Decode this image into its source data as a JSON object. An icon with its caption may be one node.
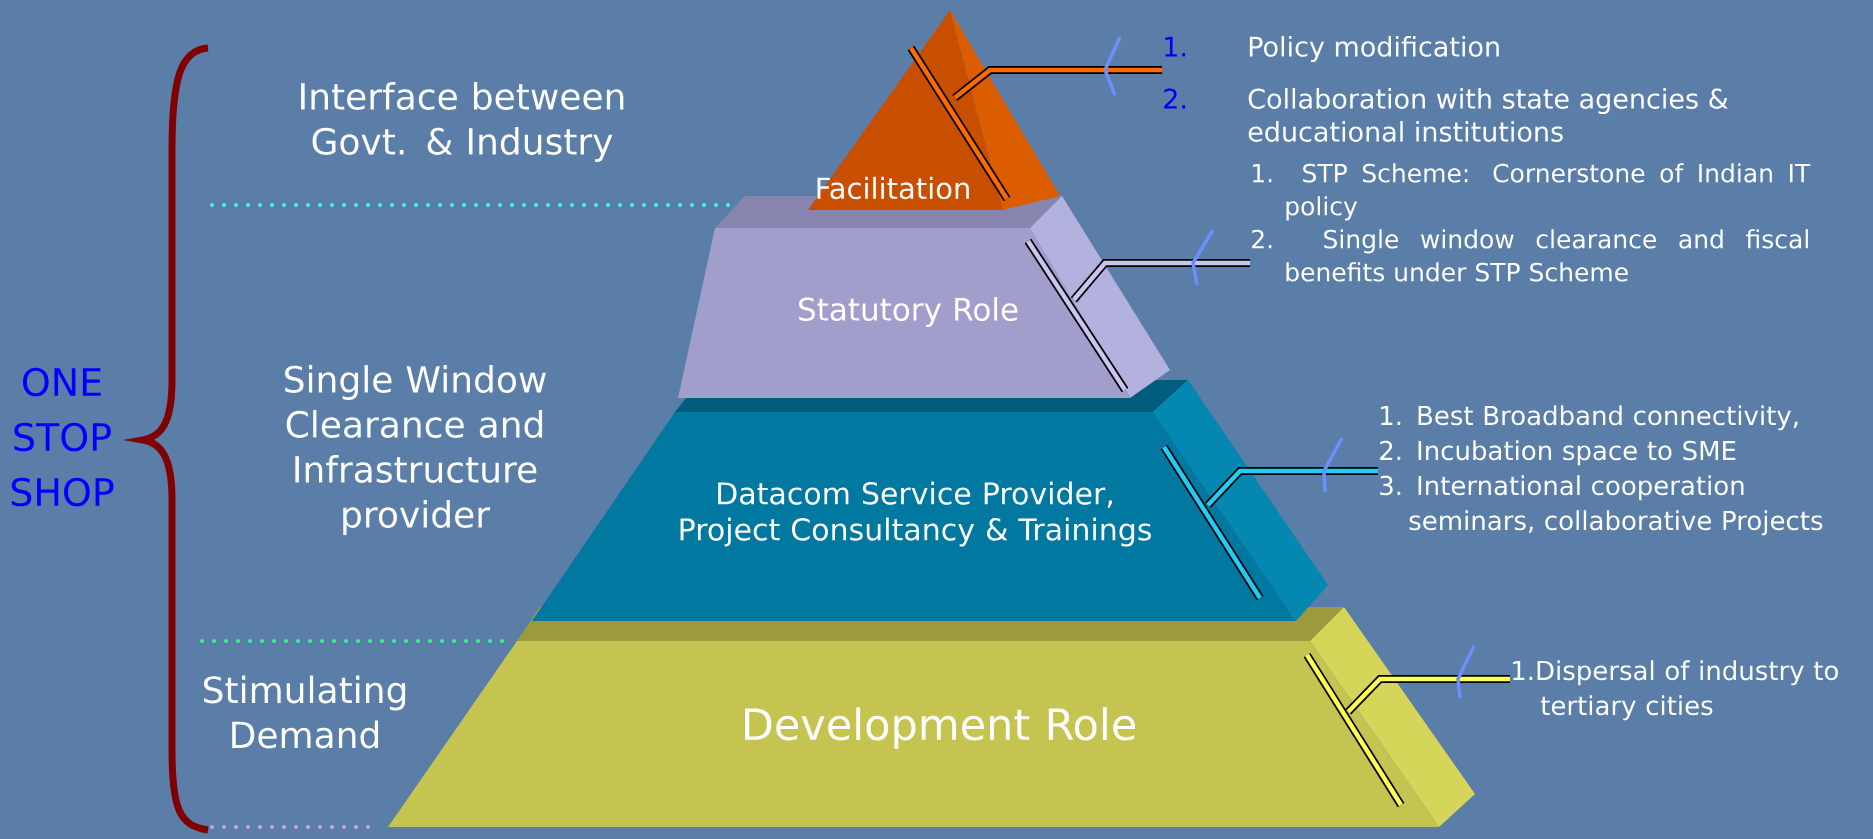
{
  "diagram": {
    "nodes": [
      {
        "text": [
          "Facilitation"
        ]
      },
      {
        "text": [
          "Statutory Role"
        ]
      },
      {
        "text": [
          "Datacom Service Provider, Project Consultancy & Trainings"
        ]
      },
      {
        "text": [
          "Development Role"
        ]
      },
      {
        "text": [
          "1.",
          "Policy modification",
          "2.",
          "Collaboration with state agencies & educational institutions"
        ]
      },
      {
        "text": [
          "1. STP Scheme: Cornerstone of Indian IT policy",
          "2. Single window clearance and fiscal benefits under STP Scheme"
        ]
      },
      {
        "text": [
          "1. Best Broadband connectivity,",
          "2. Incubation space to SME",
          "3. International cooperation seminars, collaborative Projects"
        ]
      },
      {
        "text": [
          "1.Dispersal of industry to tertiary cities"
        ]
      }
    ],
    "edges": [
      {
        "from": 0,
        "to": 4,
        "arrow": "none",
        "color": "#ff6a00"
      },
      {
        "from": 1,
        "to": 5,
        "arrow": "none",
        "color": "#c8c6ee"
      },
      {
        "from": 2,
        "to": 6,
        "arrow": "none",
        "color": "#22ccf5"
      },
      {
        "from": 3,
        "to": 7,
        "arrow": "none",
        "color": "#ffff55"
      }
    ],
    "labels": [
      "Interface between Govt. & Industry",
      "Single Window Clearance and Infrastructure provider",
      "Stimulating Demand",
      "ONE STOP SHOP"
    ]
  }
}
